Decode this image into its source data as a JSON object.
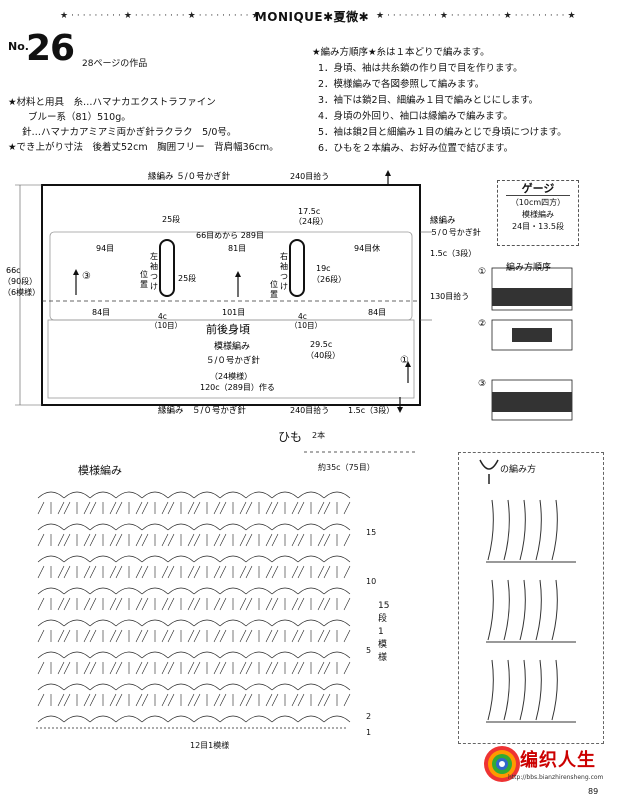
{
  "header": {
    "title": "MONIQUE✱夏微✱",
    "stars_left": "★·········★·········★·········★",
    "stars_right": "★·········★·········★·········★"
  },
  "pattern": {
    "no_label": "No.",
    "number": "26",
    "ref": "28ページの作品"
  },
  "materials": {
    "l1": "★材料と用具　糸…ハマナカエクストラファイン",
    "l2": "ブルー系（81）510g。",
    "l3": "針…ハマナカアミアミ両かぎ針ラクラク　5/0号。",
    "l4": "★でき上がり寸法　後着丈52cm　胸囲フリー　背肩幅36cm。"
  },
  "order": {
    "title": "★編み方順序★糸は１本どりで編みます。",
    "steps": [
      "1．身頃、袖は共糸鎖の作り目で目を作ります。",
      "2．模様編みで各図参照して編みます。",
      "3．袖下は鎖2目、細編み１目で編みとじにします。",
      "4．身頃の外回り、袖口は縁編みで編みます。",
      "5．袖は鎖2目と細編み１目の編みとじで身頃につけます。",
      "6．ひもを２本編み、お好み位置で結びます。"
    ]
  },
  "diagram": {
    "top_edge": "縁編み ５/０号かぎ針",
    "top_240": "240目拾う",
    "right_edge_1": "縁編み",
    "right_edge_2": "５/０号かぎ針",
    "left_66": "66c",
    "left_90": "（90段）",
    "left_6": "（6模様）",
    "d25a": "25段",
    "d66": "66目めから 289目",
    "d175": "17.5c",
    "d24": "（24段）",
    "d94l": "94目",
    "d81": "81目",
    "d94r": "94目休",
    "d15": "1.5c（3段）",
    "sleeve_l1": "左",
    "sleeve_l2": "袖",
    "sleeve_l3": "つ",
    "sleeve_l4": "け",
    "sleeve_l5": "位",
    "sleeve_l6": "置",
    "sleeve_r1": "右",
    "sleeve_r2": "袖",
    "sleeve_r3": "つ",
    "sleeve_r4": "け",
    "sleeve_r5": "位",
    "sleeve_r6": "置",
    "d25b": "25段",
    "d19": "19c",
    "d26": "（26段）",
    "d130": "130目拾う",
    "d101": "101目",
    "d84l": "84目",
    "d84r": "84目",
    "d4l": "4c",
    "d10l": "（10目）",
    "d4r": "4c",
    "d10r": "（10目）",
    "body_name": "前後身頃",
    "body_pattern": "模様編み",
    "body_hook": "５/０号かぎ針",
    "d295": "29.5c",
    "d40": "（40段）",
    "d24pat": "（24模様）",
    "d120": "120c（289目）作る",
    "bottom_edge": "縁編み　５/０号かぎ針",
    "bottom_240": "240目拾う",
    "d15b": "1.5c（3段）",
    "m3": "③",
    "m1": "①"
  },
  "gauge": {
    "title": "ゲージ",
    "size": "（10cm四方）",
    "pat": "模様編み",
    "count": "24目・13.5段"
  },
  "order_diag": {
    "title": "編み方順序",
    "n1": "①",
    "n2": "②",
    "n3": "③"
  },
  "himo": {
    "label": "ひも",
    "count": "2本",
    "len": "約35c（75目）"
  },
  "chart": {
    "title": "模様編み",
    "rows_label1": "15",
    "rows_label2": "段",
    "rows_label3": "1",
    "rows_label4": "模",
    "rows_label5": "様",
    "foot": "12目1模様",
    "r15": "15",
    "r10": "10",
    "r5": "5",
    "r2": "2",
    "r1": "1"
  },
  "howto": {
    "title": "の編み方"
  },
  "footer": {
    "logo_text": "编织人生",
    "url": "http://bbs.bianzhirensheng.com",
    "page": "89"
  }
}
